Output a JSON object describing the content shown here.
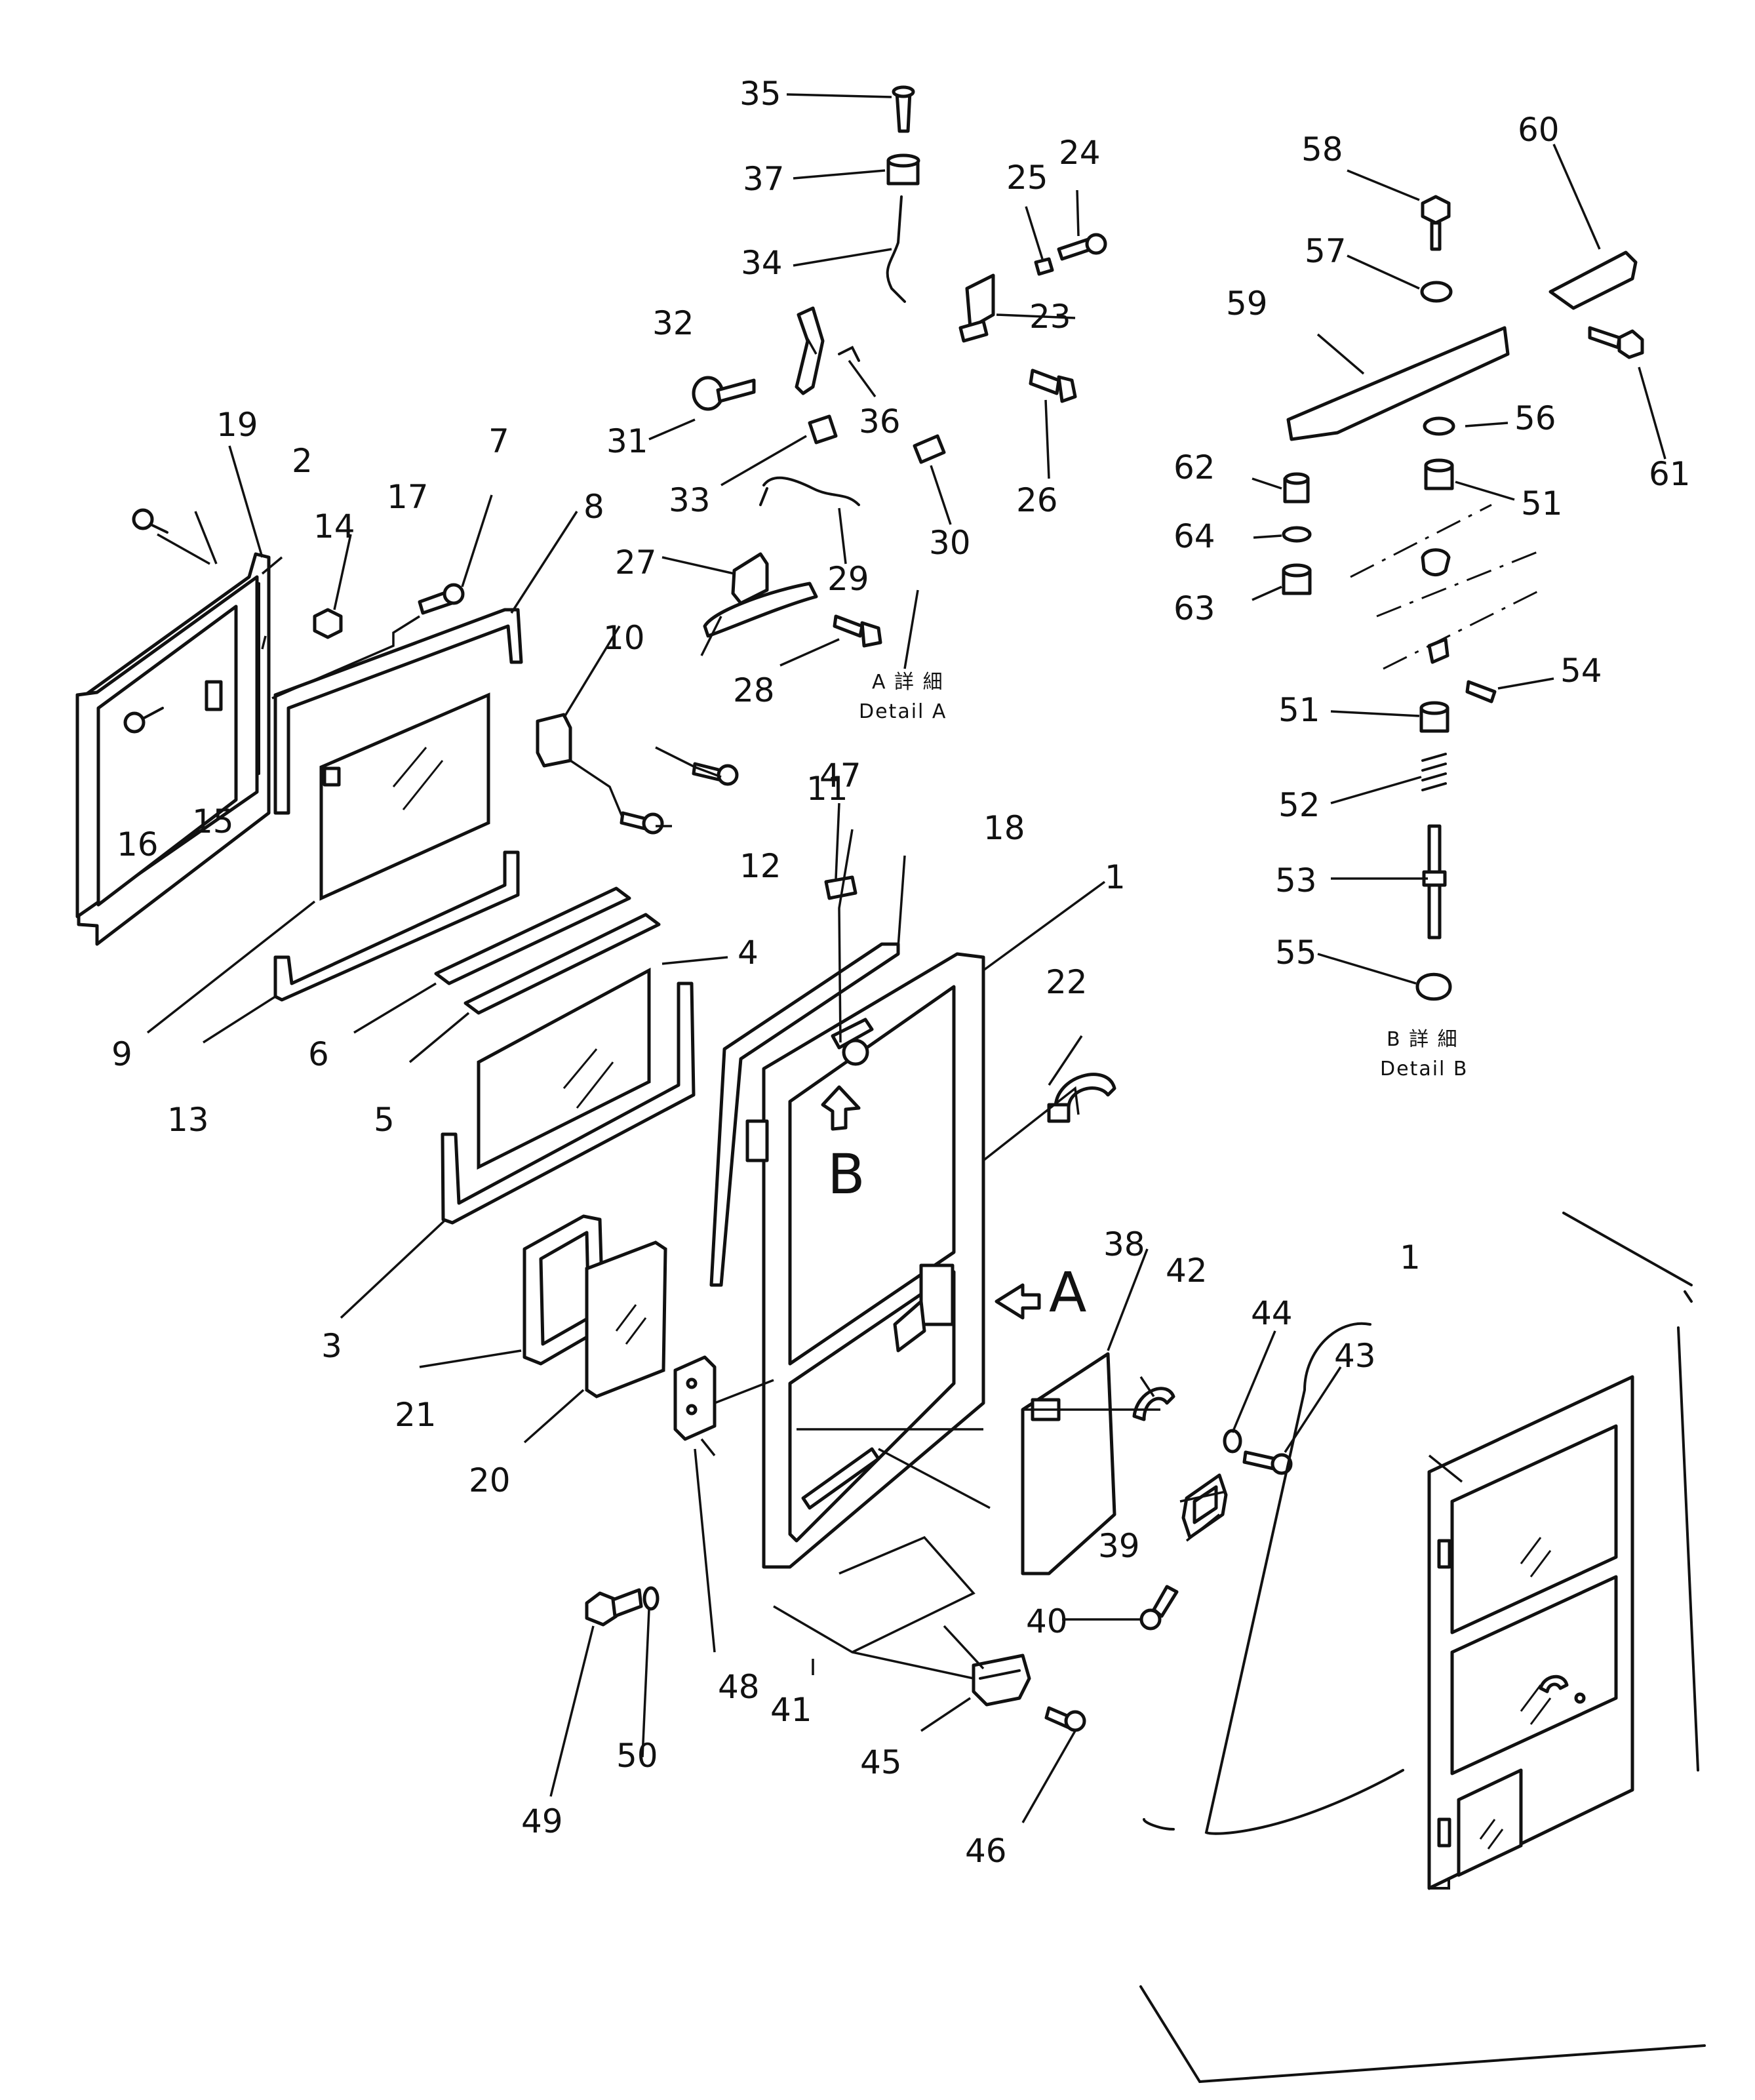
{
  "labels": {
    "n1": "1",
    "n1b": "1",
    "n2": "2",
    "n3": "3",
    "n4": "4",
    "n5": "5",
    "n6": "6",
    "n7": "7",
    "n8": "8",
    "n9": "9",
    "n10": "10",
    "n11": "11",
    "n12": "12",
    "n13": "13",
    "n14": "14",
    "n15": "15",
    "n16": "16",
    "n17": "17",
    "n18": "18",
    "n19": "19",
    "n20": "20",
    "n21": "21",
    "n22": "22",
    "n23": "23",
    "n24": "24",
    "n25": "25",
    "n26": "26",
    "n27": "27",
    "n28": "28",
    "n29": "29",
    "n30": "30",
    "n31": "31",
    "n32": "32",
    "n33": "33",
    "n34": "34",
    "n35": "35",
    "n36": "36",
    "n37": "37",
    "n38": "38",
    "n39": "39",
    "n40": "40",
    "n41": "41",
    "n42": "42",
    "n43": "43",
    "n44": "44",
    "n45": "45",
    "n46": "46",
    "n47": "47",
    "n48": "48",
    "n49": "49",
    "n50": "50",
    "n51": "51",
    "n51b": "51",
    "n52": "52",
    "n53": "53",
    "n54": "54",
    "n55": "55",
    "n56": "56",
    "n57": "57",
    "n58": "58",
    "n59": "59",
    "n60": "60",
    "n61": "61",
    "n62": "62",
    "n63": "63",
    "n64": "64"
  },
  "views": {
    "view_a_letter": "A",
    "view_b_letter": "B",
    "detail_a_jp": "A 詳 細",
    "detail_a_en": "Detail A",
    "detail_b_jp": "B 詳 細",
    "detail_b_en": "Detail B"
  }
}
